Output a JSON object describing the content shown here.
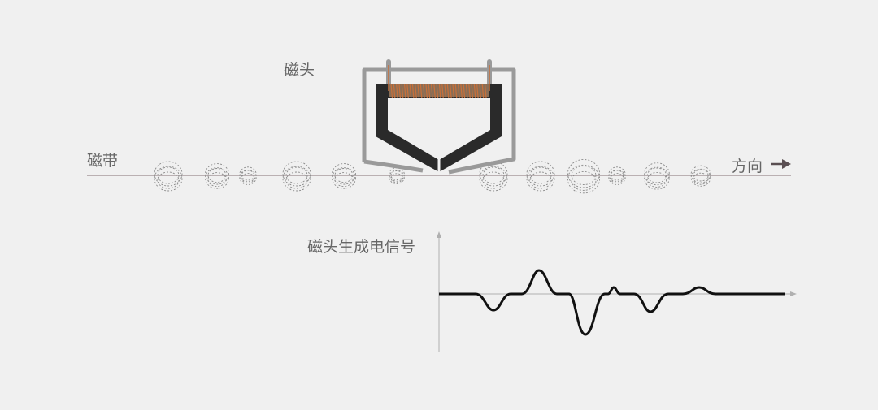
{
  "labels": {
    "head": "磁头",
    "tape": "磁带",
    "direction": "方向",
    "signal": "磁头生成电信号"
  },
  "colors": {
    "background": "#f0f0f0",
    "tape_line": "#a79a9d",
    "head_core": "#2a2a2a",
    "head_housing": "#9a9a9a",
    "coil": "#c8703a",
    "signal": "#111111",
    "axis": "#b0b0b0",
    "arrow": "#5a4f52",
    "label": "#666666"
  },
  "icons": {
    "direction_arrow": "arrow-right-icon"
  }
}
